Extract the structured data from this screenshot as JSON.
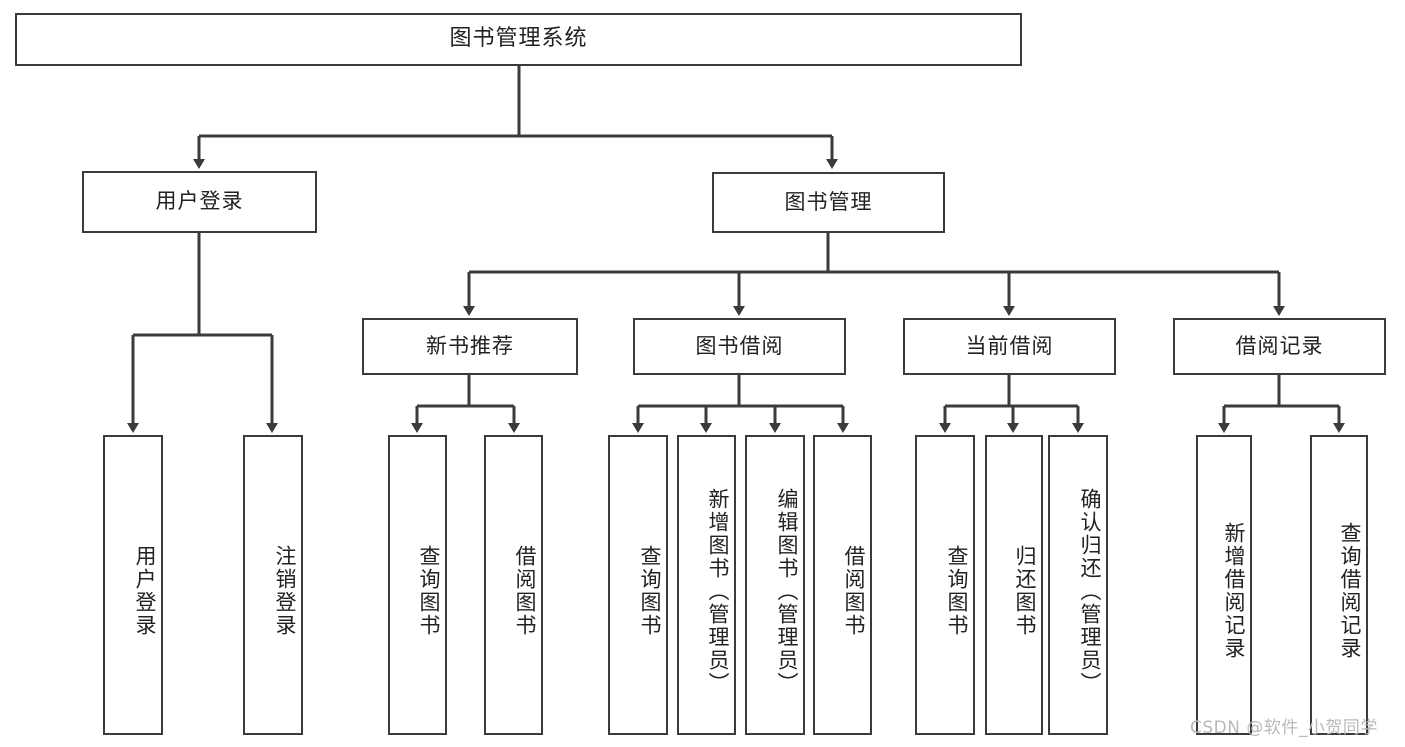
{
  "diagram": {
    "title": "图书管理系统",
    "type": "tree",
    "watermark": "CSDN @软件_小贺同学",
    "colors": {
      "stroke": "#3b3b3b",
      "fill": "#ffffff",
      "text": "#222222",
      "watermark": "#b9b9b9"
    },
    "nodes": {
      "root": {
        "label": "图书管理系统"
      },
      "level1": [
        {
          "id": "user-login",
          "label": "用户登录"
        },
        {
          "id": "book-manage",
          "label": "图书管理"
        }
      ],
      "level2": [
        {
          "id": "new-book-recommend",
          "label": "新书推荐"
        },
        {
          "id": "book-borrow",
          "label": "图书借阅"
        },
        {
          "id": "current-borrow",
          "label": "当前借阅"
        },
        {
          "id": "borrow-record",
          "label": "借阅记录"
        }
      ],
      "leaves": {
        "user_login": [
          {
            "id": "leaf-user-login",
            "label": "用户登录"
          },
          {
            "id": "leaf-logout-login",
            "label": "注销登录"
          }
        ],
        "new_book_recommend": [
          {
            "id": "leaf-query-book-1",
            "label": "查询图书"
          },
          {
            "id": "leaf-borrow-book-1",
            "label": "借阅图书"
          }
        ],
        "book_borrow": [
          {
            "id": "leaf-query-book-2",
            "label": "查询图书"
          },
          {
            "id": "leaf-add-book",
            "label": "新增图书（管理员）"
          },
          {
            "id": "leaf-edit-book",
            "label": "编辑图书（管理员）"
          },
          {
            "id": "leaf-borrow-book-2",
            "label": "借阅图书"
          }
        ],
        "current_borrow": [
          {
            "id": "leaf-query-book-3",
            "label": "查询图书"
          },
          {
            "id": "leaf-return-book",
            "label": "归还图书"
          },
          {
            "id": "leaf-confirm-return",
            "label": "确认归还（管理员）"
          }
        ],
        "borrow_record": [
          {
            "id": "leaf-add-record",
            "label": "新增借阅记录"
          },
          {
            "id": "leaf-query-record",
            "label": "查询借阅记录"
          }
        ]
      }
    }
  }
}
